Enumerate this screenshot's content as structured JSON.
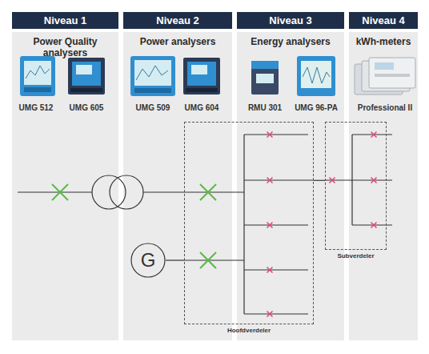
{
  "diagram": {
    "nodes": [
      {
        "text": [
          "Niveau 1"
        ]
      },
      {
        "text": [
          "Niveau 2"
        ]
      },
      {
        "text": [
          "Niveau 3"
        ]
      },
      {
        "text": [
          "Niveau 4"
        ]
      },
      {
        "text": [
          "Power Quality analysers"
        ]
      },
      {
        "text": [
          "Power analysers"
        ]
      },
      {
        "text": [
          "Energy analysers"
        ]
      },
      {
        "text": [
          "kWh-meters"
        ]
      },
      {
        "text": [
          "Hoofdverdeler"
        ]
      },
      {
        "text": [
          "Subverdeler"
        ]
      },
      {
        "text": [
          "G"
        ],
        "in": 5
      }
    ],
    "edges": [
      {
        "from": 10,
        "to": 8,
        "arrow": "none"
      },
      {
        "from": 8,
        "to": 9,
        "arrow": "none"
      }
    ],
    "labels": [
      "UMG 512",
      "UMG 605",
      "UMG 509",
      "UMG 604",
      "RMU 301",
      "UMG 96-PA",
      "Professional II"
    ]
  }
}
